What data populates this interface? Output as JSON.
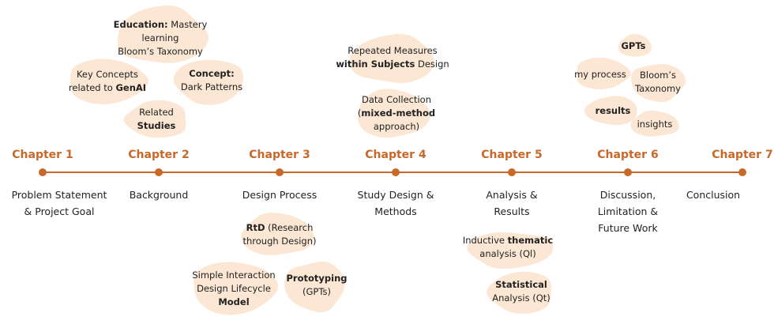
{
  "colors": {
    "accent": "#c8682a",
    "blob": "#fce7d4",
    "text": "#222222"
  },
  "chapters": [
    {
      "label": "Chapter 1",
      "desc_lines": [
        "Problem Statement",
        "& Project Goal"
      ]
    },
    {
      "label": "Chapter 2",
      "desc_lines": [
        "Background"
      ]
    },
    {
      "label": "Chapter 3",
      "desc_lines": [
        "Design Process"
      ]
    },
    {
      "label": "Chapter 4",
      "desc_lines": [
        "Study Design &",
        "Methods"
      ]
    },
    {
      "label": "Chapter 5",
      "desc_lines": [
        "Analysis &",
        "Results"
      ]
    },
    {
      "label": "Chapter 6",
      "desc_lines": [
        "Discussion,",
        "Limitation &",
        "Future Work"
      ]
    },
    {
      "label": "Chapter 7",
      "desc_lines": [
        "Conclusion"
      ]
    }
  ],
  "notes": [
    {
      "id": "ch2-education",
      "lines": [
        [
          {
            "t": "Education:",
            "b": true
          },
          {
            "t": " Mastery"
          }
        ],
        [
          {
            "t": "learning"
          }
        ],
        [
          {
            "t": "Bloom’s Taxonomy"
          }
        ]
      ]
    },
    {
      "id": "ch2-key-concepts",
      "lines": [
        [
          {
            "t": "Key Concepts"
          }
        ],
        [
          {
            "t": "related to "
          },
          {
            "t": "GenAI",
            "b": true
          }
        ]
      ]
    },
    {
      "id": "ch2-concept",
      "lines": [
        [
          {
            "t": "Concept:",
            "b": true
          }
        ],
        [
          {
            "t": "Dark Patterns"
          }
        ]
      ]
    },
    {
      "id": "ch2-related",
      "lines": [
        [
          {
            "t": "Related"
          }
        ],
        [
          {
            "t": "Studies",
            "b": true
          }
        ]
      ]
    },
    {
      "id": "ch3-rtd",
      "lines": [
        [
          {
            "t": "RtD",
            "b": true
          },
          {
            "t": " (Research"
          }
        ],
        [
          {
            "t": "through Design)"
          }
        ]
      ]
    },
    {
      "id": "ch3-lifecycle",
      "lines": [
        [
          {
            "t": "Simple Interaction"
          }
        ],
        [
          {
            "t": "Design Lifecycle"
          }
        ],
        [
          {
            "t": "Model",
            "b": true
          }
        ]
      ]
    },
    {
      "id": "ch3-prototyping",
      "lines": [
        [
          {
            "t": "Prototyping",
            "b": true
          }
        ],
        [
          {
            "t": "(GPTs)"
          }
        ]
      ]
    },
    {
      "id": "ch4-repeated",
      "lines": [
        [
          {
            "t": "Repeated Measures"
          }
        ],
        [
          {
            "t": "within Subjects",
            "b": true
          },
          {
            "t": " Design"
          }
        ]
      ]
    },
    {
      "id": "ch4-data",
      "lines": [
        [
          {
            "t": "Data Collection"
          }
        ],
        [
          {
            "t": "("
          },
          {
            "t": "mixed-method",
            "b": true
          }
        ],
        [
          {
            "t": "approach)"
          }
        ]
      ]
    },
    {
      "id": "ch5-thematic",
      "lines": [
        [
          {
            "t": "Inductive "
          },
          {
            "t": "thematic",
            "b": true
          }
        ],
        [
          {
            "t": "analysis (Ql)"
          }
        ]
      ]
    },
    {
      "id": "ch5-statistical",
      "lines": [
        [
          {
            "t": "Statistical",
            "b": true
          }
        ],
        [
          {
            "t": "Analysis (Qt)"
          }
        ]
      ]
    },
    {
      "id": "ch6-gpts",
      "lines": [
        [
          {
            "t": "GPTs",
            "b": true
          }
        ]
      ]
    },
    {
      "id": "ch6-process",
      "lines": [
        [
          {
            "t": "my process"
          }
        ]
      ]
    },
    {
      "id": "ch6-bloom",
      "lines": [
        [
          {
            "t": "Bloom’s"
          }
        ],
        [
          {
            "t": "Taxonomy"
          }
        ]
      ]
    },
    {
      "id": "ch6-results",
      "lines": [
        [
          {
            "t": "results",
            "b": true
          }
        ]
      ]
    },
    {
      "id": "ch6-insights",
      "lines": [
        [
          {
            "t": "insights"
          }
        ]
      ]
    }
  ]
}
